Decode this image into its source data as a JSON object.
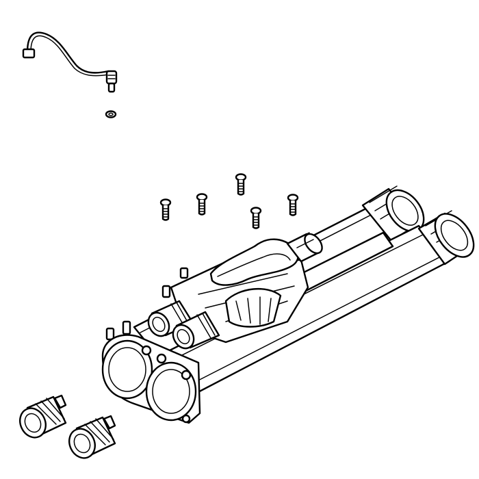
{
  "diagram": {
    "kind": "exploded-parts-line-drawing",
    "colors": {
      "line": "#000000",
      "background": "#ffffff"
    },
    "parts": [
      {
        "id": "sensor-cable"
      },
      {
        "id": "o-ring"
      },
      {
        "id": "screws",
        "count": 5
      },
      {
        "id": "valve-body-manifold"
      },
      {
        "id": "pipe-adapters",
        "count": 2
      }
    ]
  }
}
